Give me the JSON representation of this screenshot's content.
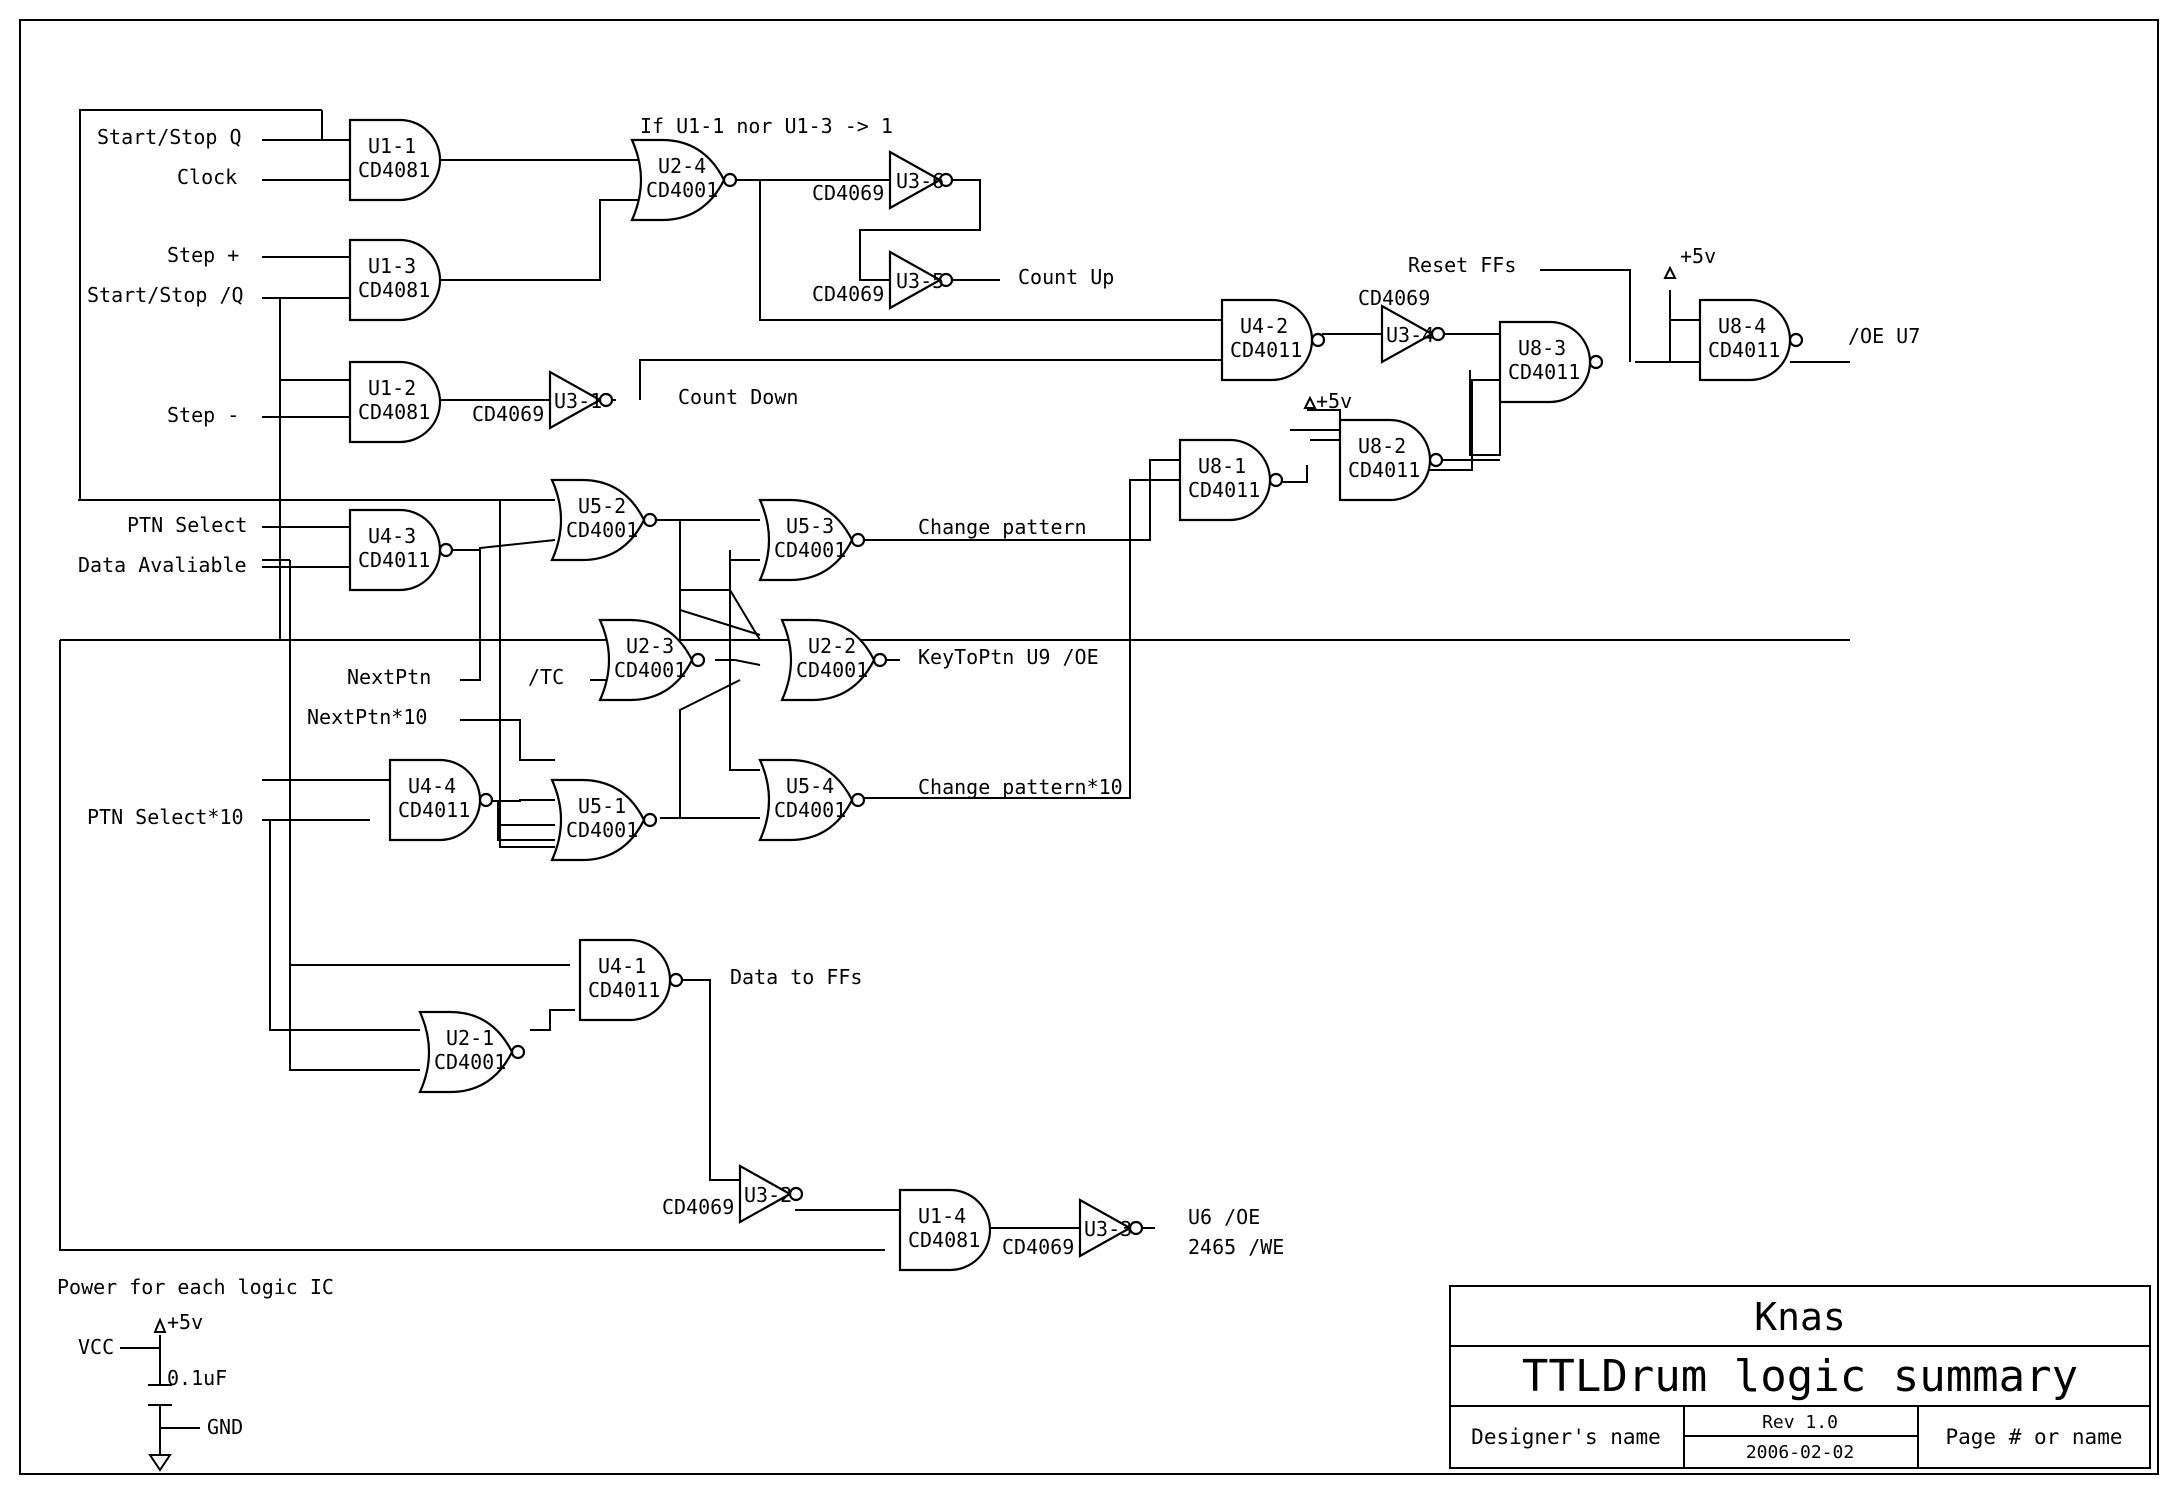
{
  "sheet": {
    "inputs": {
      "start_stop_q": "Start/Stop Q",
      "clock": "Clock",
      "step_plus": "Step +",
      "start_stop_nq": "Start/Stop /Q",
      "step_minus": "Step -",
      "ptn_select": "PTN Select",
      "data_available": "Data Avaliable",
      "next_ptn": "NextPtn",
      "tc": "/TC",
      "next_ptn_10": "NextPtn*10",
      "ptn_select_10": "PTN Select*10",
      "reset_ffs": "Reset FFs"
    },
    "outputs": {
      "count_up": "Count Up",
      "count_down": "Count Down",
      "change_pattern": "Change pattern",
      "key_to_ptn": "KeyToPtn U9 /OE",
      "change_pattern_10": "Change pattern*10",
      "oe_u7": "/OE U7",
      "data_to_ffs": "Data to FFs",
      "u6_oe": "U6 /OE",
      "we_2465": "2465 /WE"
    },
    "note_u2_4": "If U1-1 nor U1-3 -> 1",
    "supply": "+5v",
    "gates": {
      "u1_1": {
        "name": "U1-1",
        "part": "CD4081"
      },
      "u1_2": {
        "name": "U1-2",
        "part": "CD4081"
      },
      "u1_3": {
        "name": "U1-3",
        "part": "CD4081"
      },
      "u1_4": {
        "name": "U1-4",
        "part": "CD4081"
      },
      "u2_1": {
        "name": "U2-1",
        "part": "CD4001"
      },
      "u2_2": {
        "name": "U2-2",
        "part": "CD4001"
      },
      "u2_3": {
        "name": "U2-3",
        "part": "CD4001"
      },
      "u2_4": {
        "name": "U2-4",
        "part": "CD4001"
      },
      "u3_1": {
        "name": "U3-1",
        "part": "CD4069"
      },
      "u3_2": {
        "name": "U3-2",
        "part": "CD4069"
      },
      "u3_3": {
        "name": "U3-3",
        "part": "CD4069"
      },
      "u3_4": {
        "name": "U3-4",
        "part": "CD4069"
      },
      "u3_5": {
        "name": "U3-5",
        "part": "CD4069"
      },
      "u3_6": {
        "name": "U3-6",
        "part": "CD4069"
      },
      "u4_1": {
        "name": "U4-1",
        "part": "CD4011"
      },
      "u4_2": {
        "name": "U4-2",
        "part": "CD4011"
      },
      "u4_3": {
        "name": "U4-3",
        "part": "CD4011"
      },
      "u4_4": {
        "name": "U4-4",
        "part": "CD4011"
      },
      "u5_1": {
        "name": "U5-1",
        "part": "CD4001"
      },
      "u5_2": {
        "name": "U5-2",
        "part": "CD4001"
      },
      "u5_3": {
        "name": "U5-3",
        "part": "CD4001"
      },
      "u5_4": {
        "name": "U5-4",
        "part": "CD4001"
      },
      "u8_1": {
        "name": "U8-1",
        "part": "CD4011"
      },
      "u8_2": {
        "name": "U8-2",
        "part": "CD4011"
      },
      "u8_3": {
        "name": "U8-3",
        "part": "CD4011"
      },
      "u8_4": {
        "name": "U8-4",
        "part": "CD4011"
      }
    },
    "power_note": {
      "title": "Power for each logic IC",
      "vcc": "VCC",
      "supply": "+5v",
      "capacitor": "0.1uF",
      "gnd": "GND"
    }
  },
  "title_block": {
    "company": "Knas",
    "title": "TTLDrum logic summary",
    "designer": "Designer's name",
    "revision": "Rev 1.0",
    "date": "2006-02-02",
    "page": "Page # or name"
  }
}
